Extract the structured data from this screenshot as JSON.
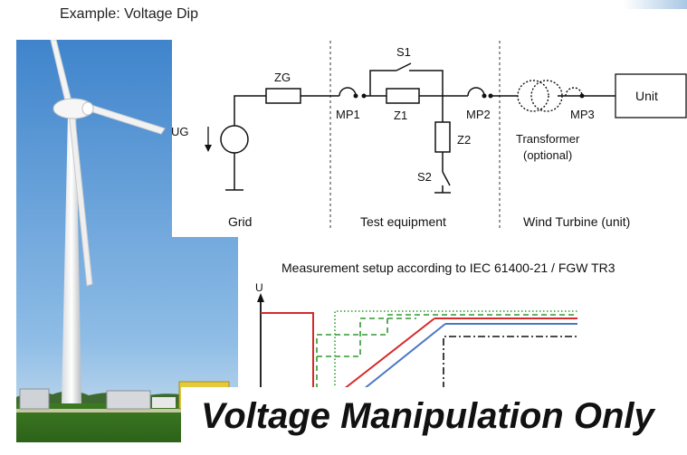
{
  "slide": {
    "title": "Example: Voltage Dip",
    "caption": "Measurement setup according to IEC 61400-21 / FGW TR3",
    "banner": "Voltage Manipulation Only"
  },
  "circuit": {
    "UG": "UG",
    "ZG": "ZG",
    "MP1": "MP1",
    "Z1": "Z1",
    "S1": "S1",
    "MP2": "MP2",
    "Z2": "Z2",
    "S2": "S2",
    "transformer_line1": "Transformer",
    "transformer_line2": "(optional)",
    "MP3": "MP3",
    "unit": "Unit",
    "section_grid": "Grid",
    "section_test": "Test equipment",
    "section_turbine": "Wind Turbine (unit)"
  },
  "plot": {
    "ylabel": "U"
  },
  "colors": {
    "red": "#d62a2a",
    "blue": "#4a78c4",
    "green": "#2f9a2f",
    "black": "#111111",
    "sky": "#4c8ed0"
  }
}
